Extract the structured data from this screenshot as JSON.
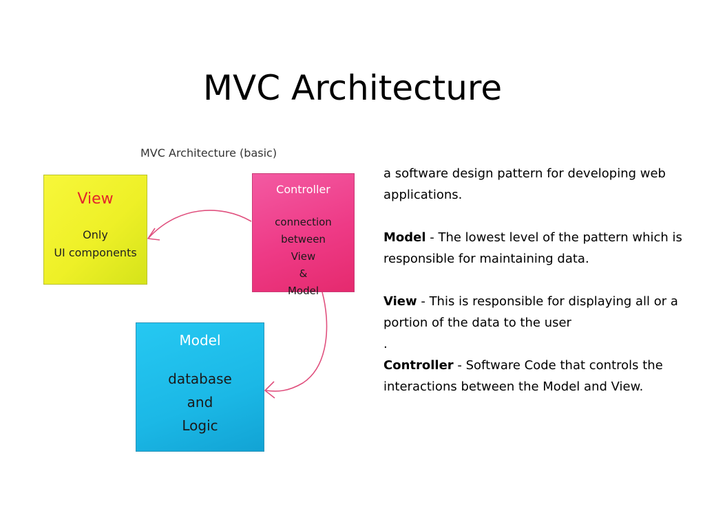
{
  "title": "MVC Architecture",
  "diagram": {
    "caption": "MVC Architecture (basic)",
    "view": {
      "title": "View",
      "body": "Only\nUI components"
    },
    "controller": {
      "title": "Controller",
      "body": "connection between\nView\n&\nModel"
    },
    "model": {
      "title": "Model",
      "body": "database\nand\nLogic"
    },
    "colors": {
      "view_fill": "#eef027",
      "controller_fill": "#ee3a86",
      "model_fill": "#1bb8e6",
      "arrow": "#e0507e"
    }
  },
  "description": {
    "intro": "a software design pattern for developing web applications.",
    "items": [
      {
        "term": "Model",
        "text": " - The lowest level of the pattern which is responsible for maintaining data."
      },
      {
        "term": "View",
        "text": " - This is responsible for displaying all or a portion of the data to the user"
      },
      {
        "term": "Controller",
        "text": " - Software Code that controls the interactions between the Model and View."
      }
    ],
    "separator": "."
  }
}
